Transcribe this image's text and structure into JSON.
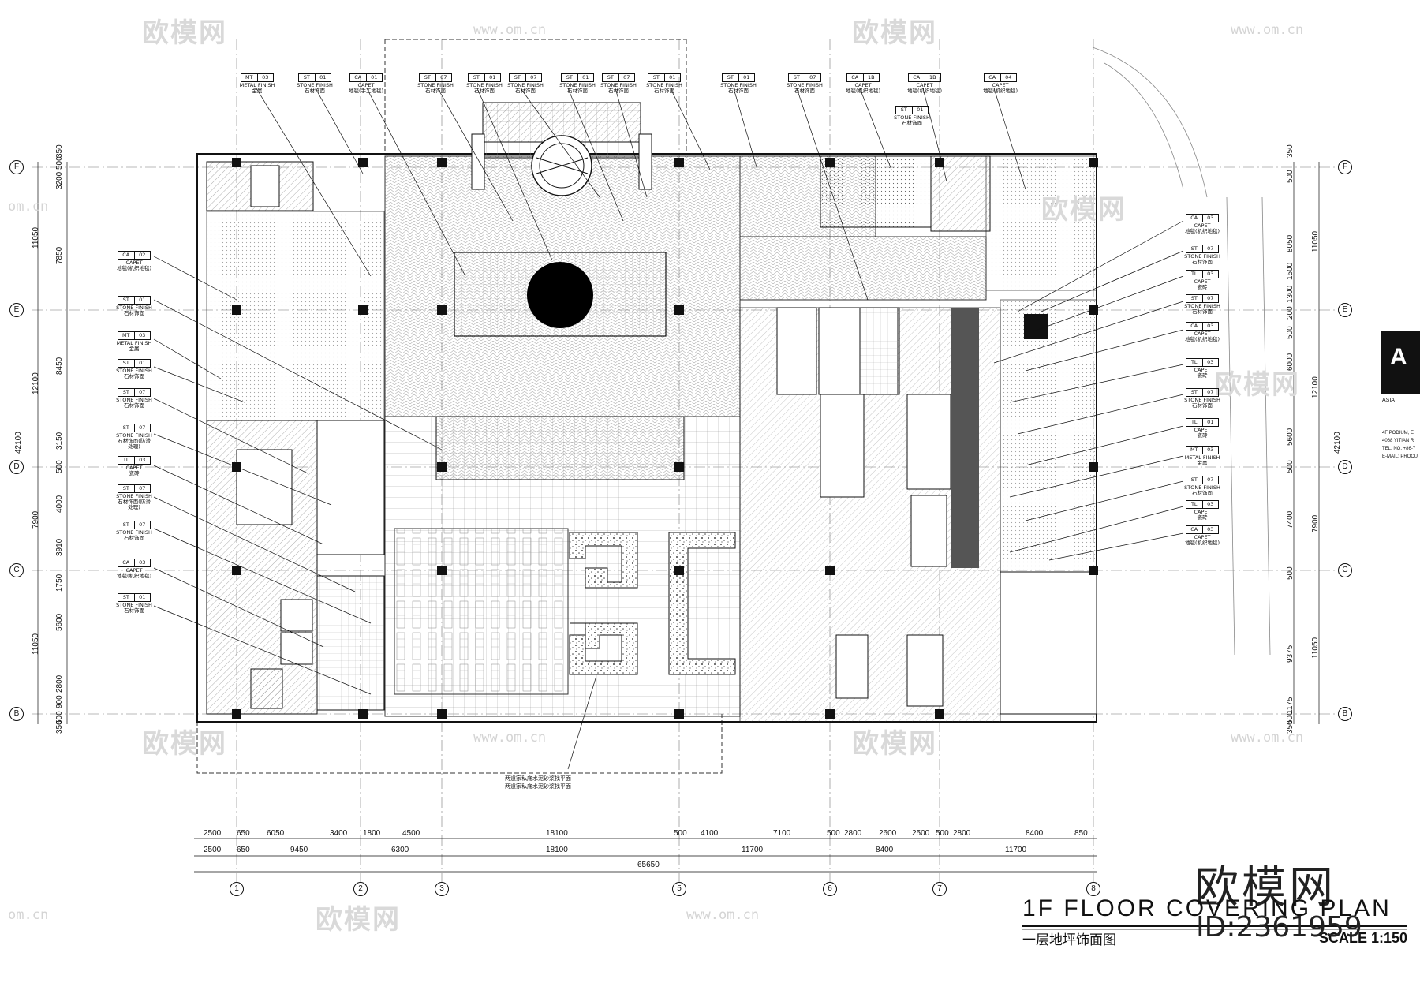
{
  "title": {
    "en": "1F FLOOR COVERING PLAN",
    "cn": "一层地坪饰面图",
    "scale": "SCALE 1:150"
  },
  "brand": {
    "cn": "欧模网",
    "id": "ID:2361959"
  },
  "watermark": {
    "cn": "欧模网",
    "url": "www.om.cn",
    "short": "om.cn"
  },
  "logo": {
    "letter": "A",
    "text": "ASIA",
    "address_lines": [
      "4F PODIUM, E",
      "4068 YITIAN R",
      "TEL. NO. +86-7",
      "E-MAIL: PROCU"
    ]
  },
  "grid_rows": [
    "F",
    "E",
    "D",
    "C",
    "B"
  ],
  "grid_cols": [
    "1",
    "2",
    "3",
    "5",
    "6",
    "7",
    "8"
  ],
  "dims_bottom_row1": [
    "2500",
    "650",
    "6050",
    "3400",
    "1800",
    "4500",
    "18100",
    "500",
    "4100",
    "7100",
    "500",
    "2800",
    "2600",
    "2500",
    "500",
    "2800",
    "8400",
    "850"
  ],
  "dims_bottom_row2": [
    "2500",
    "650",
    "9450",
    "6300",
    "18100",
    "11700",
    "8400",
    "11700"
  ],
  "dim_total": "65650",
  "dims_left_outer": [
    "11050",
    "12100",
    "7900",
    "11050"
  ],
  "dims_left_inner": [
    "350",
    "3200",
    "500",
    "7850",
    "8450",
    "3150",
    "500",
    "4000",
    "3910",
    "1750",
    "5600",
    "2800",
    "900",
    "350",
    "500"
  ],
  "dim_left_total": "42100",
  "dims_right_outer": [
    "11050",
    "12100",
    "7900",
    "11050"
  ],
  "dims_right_inner": [
    "350",
    "500",
    "8050",
    "1500",
    "1300",
    "200",
    "500",
    "6000",
    "5600",
    "500",
    "7400",
    "500",
    "9375",
    "1175",
    "350",
    "500"
  ],
  "dim_right_total": "42100",
  "tags_top": [
    {
      "code": [
        "MT",
        "03"
      ],
      "en": "METAL FINISH",
      "cn": "金属"
    },
    {
      "code": [
        "ST",
        "01"
      ],
      "en": "STONE FINISH",
      "cn": "石材饰面"
    },
    {
      "code": [
        "CA",
        "01"
      ],
      "en": "CAPET",
      "cn": "地毯(手工地毯)"
    },
    {
      "code": [
        "ST",
        "07"
      ],
      "en": "STONE FINISH",
      "cn": "石材饰面"
    },
    {
      "code": [
        "ST",
        "01"
      ],
      "en": "STONE FINISH",
      "cn": "石材饰面"
    },
    {
      "code": [
        "ST",
        "07"
      ],
      "en": "STONE FINISH",
      "cn": "石材饰面"
    },
    {
      "code": [
        "ST",
        "01"
      ],
      "en": "STONE FINISH",
      "cn": "石材饰面"
    },
    {
      "code": [
        "ST",
        "07"
      ],
      "en": "STONE FINISH",
      "cn": "石材饰面"
    },
    {
      "code": [
        "ST",
        "01"
      ],
      "en": "STONE FINISH",
      "cn": "石材饰面"
    },
    {
      "code": [
        "ST",
        "01"
      ],
      "en": "STONE FINISH",
      "cn": "石材饰面"
    },
    {
      "code": [
        "ST",
        "07"
      ],
      "en": "STONE FINISH",
      "cn": "石材饰面"
    },
    {
      "code": [
        "CA",
        "1B"
      ],
      "en": "CAPET",
      "cn": "地毯(机织地毯)"
    },
    {
      "code": [
        "CA",
        "1B"
      ],
      "en": "CAPET",
      "cn": "地毯(机织地毯)"
    },
    {
      "code": [
        "CA",
        "04"
      ],
      "en": "CAPET",
      "cn": "地毯(机织地毯)"
    }
  ],
  "tag_extra_top": {
    "code": [
      "ST",
      "01"
    ],
    "en": "STONE FINISH",
    "cn": "石材饰面"
  },
  "tags_left": [
    {
      "code": [
        "CA",
        "02"
      ],
      "en": "CAPET",
      "cn": "地毯(机织地毯)"
    },
    {
      "code": [
        "ST",
        "01"
      ],
      "en": "STONE FINISH",
      "cn": "石材饰面"
    },
    {
      "code": [
        "MT",
        "03"
      ],
      "en": "METAL FINISH",
      "cn": "金属"
    },
    {
      "code": [
        "ST",
        "01"
      ],
      "en": "STONE FINISH",
      "cn": "石材饰面"
    },
    {
      "code": [
        "ST",
        "07"
      ],
      "en": "STONE FINISH",
      "cn": "石材饰面"
    },
    {
      "code": [
        "ST",
        "07"
      ],
      "en": "STONE FINISH",
      "cn": "石材饰面(防滑处理)"
    },
    {
      "code": [
        "TL",
        "03"
      ],
      "en": "CAPET",
      "cn": "瓷砖"
    },
    {
      "code": [
        "ST",
        "07"
      ],
      "en": "STONE FINISH",
      "cn": "石材饰面(防滑处理)"
    },
    {
      "code": [
        "ST",
        "07"
      ],
      "en": "STONE FINISH",
      "cn": "石材饰面"
    },
    {
      "code": [
        "CA",
        "03"
      ],
      "en": "CAPET",
      "cn": "地毯(机织地毯)"
    },
    {
      "code": [
        "ST",
        "01"
      ],
      "en": "STONE FINISH",
      "cn": "石材饰面"
    }
  ],
  "tags_right": [
    {
      "code": [
        "CA",
        "03"
      ],
      "en": "CAPET",
      "cn": "地毯(机织地毯)"
    },
    {
      "code": [
        "ST",
        "07"
      ],
      "en": "STONE FINISH",
      "cn": "石材饰面"
    },
    {
      "code": [
        "TL",
        "03"
      ],
      "en": "CAPET",
      "cn": "瓷砖"
    },
    {
      "code": [
        "ST",
        "07"
      ],
      "en": "STONE FINISH",
      "cn": "石材饰面"
    },
    {
      "code": [
        "CA",
        "03"
      ],
      "en": "CAPET",
      "cn": "地毯(机织地毯)"
    },
    {
      "code": [
        "TL",
        "03"
      ],
      "en": "CAPET",
      "cn": "瓷砖"
    },
    {
      "code": [
        "ST",
        "07"
      ],
      "en": "STONE FINISH",
      "cn": "石材饰面"
    },
    {
      "code": [
        "TL",
        "01"
      ],
      "en": "CAPET",
      "cn": "瓷砖"
    },
    {
      "code": [
        "MT",
        "03"
      ],
      "en": "METAL FINISH",
      "cn": "金属"
    },
    {
      "code": [
        "ST",
        "07"
      ],
      "en": "STONE FINISH",
      "cn": "石材饰面"
    },
    {
      "code": [
        "TL",
        "03"
      ],
      "en": "CAPET",
      "cn": "瓷砖"
    },
    {
      "code": [
        "CA",
        "03"
      ],
      "en": "CAPET",
      "cn": "地毯(机织地毯)"
    }
  ],
  "bottom_note": [
    "两道家私底水泥砂浆找平面",
    "两道家私底水泥砂浆找平面"
  ],
  "colors": {
    "line": "#111111",
    "hatch": "#555555",
    "watermark": "#d9d9d9",
    "core": "#555555"
  }
}
